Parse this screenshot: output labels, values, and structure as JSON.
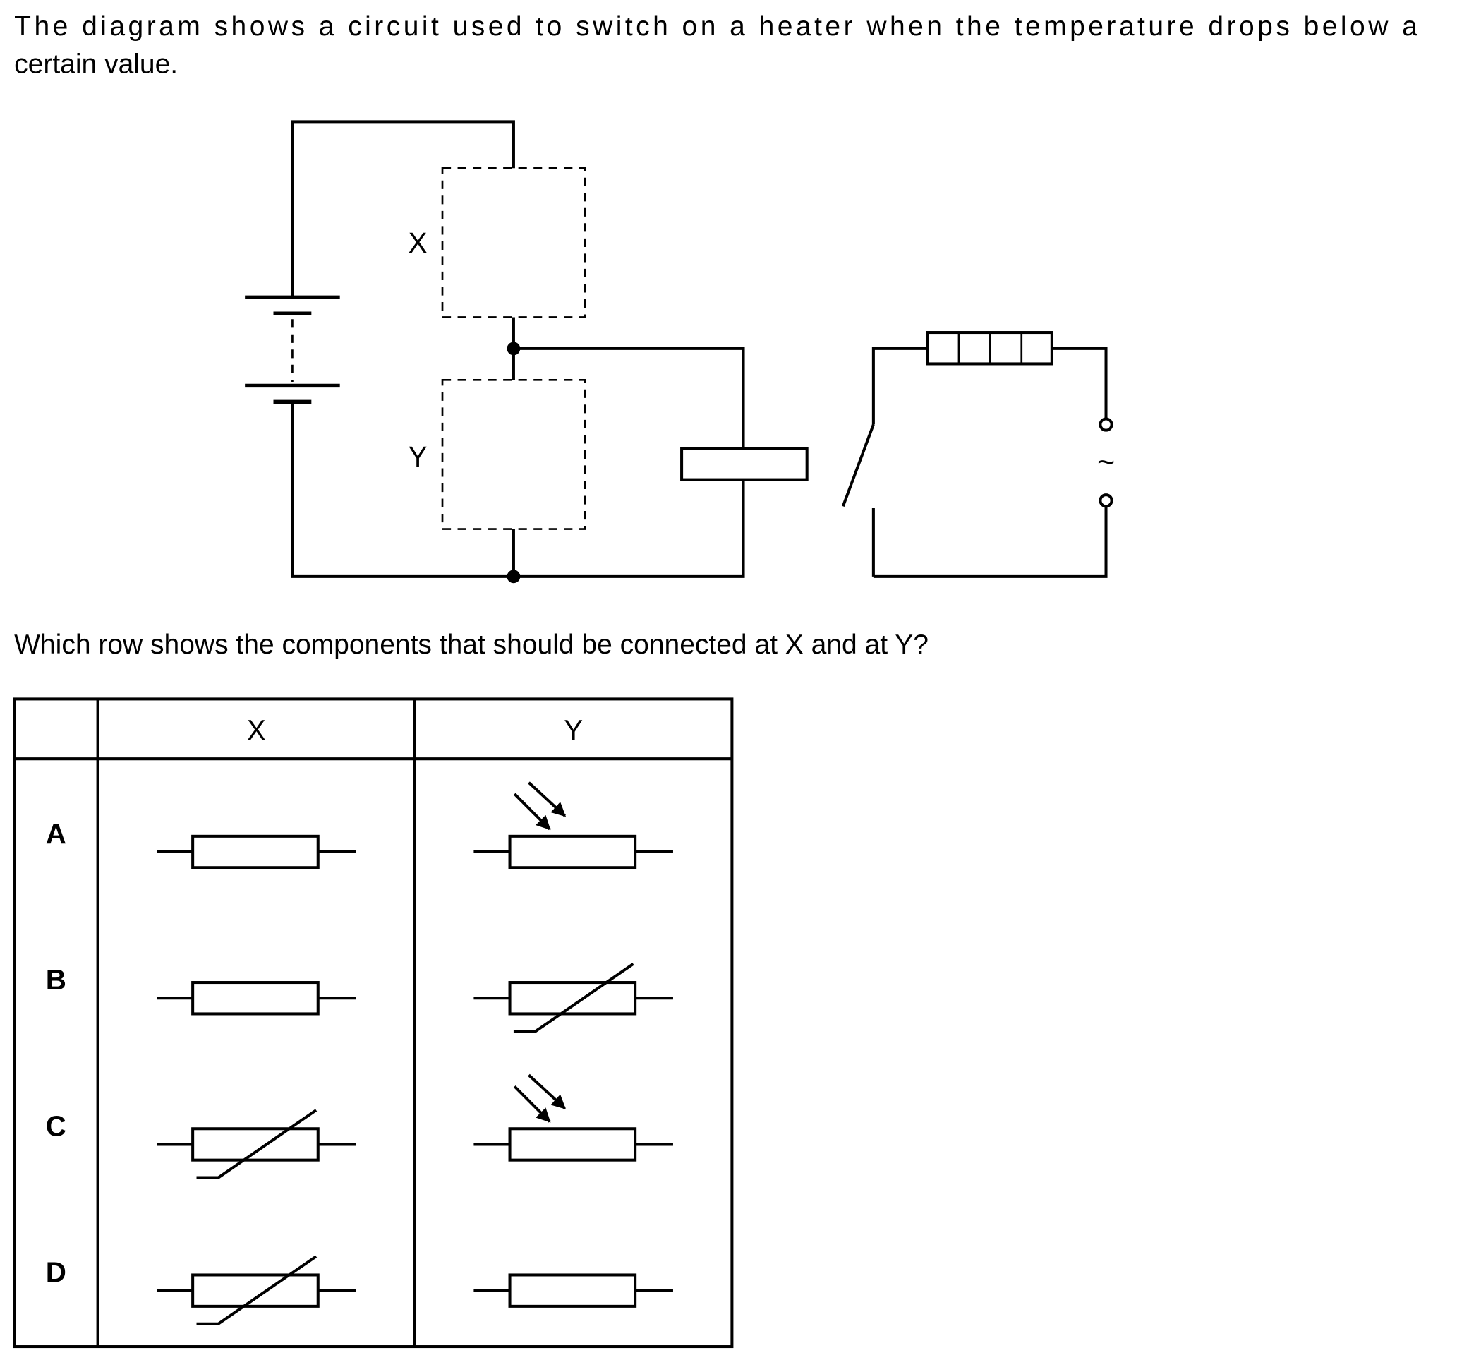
{
  "question": {
    "intro_line1": "The diagram shows a circuit used to switch on a heater when the temperature drops below a",
    "intro_line2": "certain value.",
    "prompt": "Which row shows the components that should be connected at X and at Y?"
  },
  "circuit": {
    "label_x": "X",
    "label_y": "Y",
    "ac_symbol": "~",
    "components": [
      "battery",
      "dashed-box-x",
      "dashed-box-y",
      "relay-coil",
      "relay-switch",
      "heater",
      "ac-supply"
    ]
  },
  "table": {
    "headers": [
      "",
      "X",
      "Y"
    ],
    "rows": [
      {
        "label": "A",
        "x": "fixed-resistor",
        "y": "ldr"
      },
      {
        "label": "B",
        "x": "fixed-resistor",
        "y": "thermistor"
      },
      {
        "label": "C",
        "x": "thermistor",
        "y": "ldr"
      },
      {
        "label": "D",
        "x": "thermistor",
        "y": "fixed-resistor"
      }
    ]
  },
  "colors": {
    "ink": "#000000",
    "background": "#ffffff"
  }
}
